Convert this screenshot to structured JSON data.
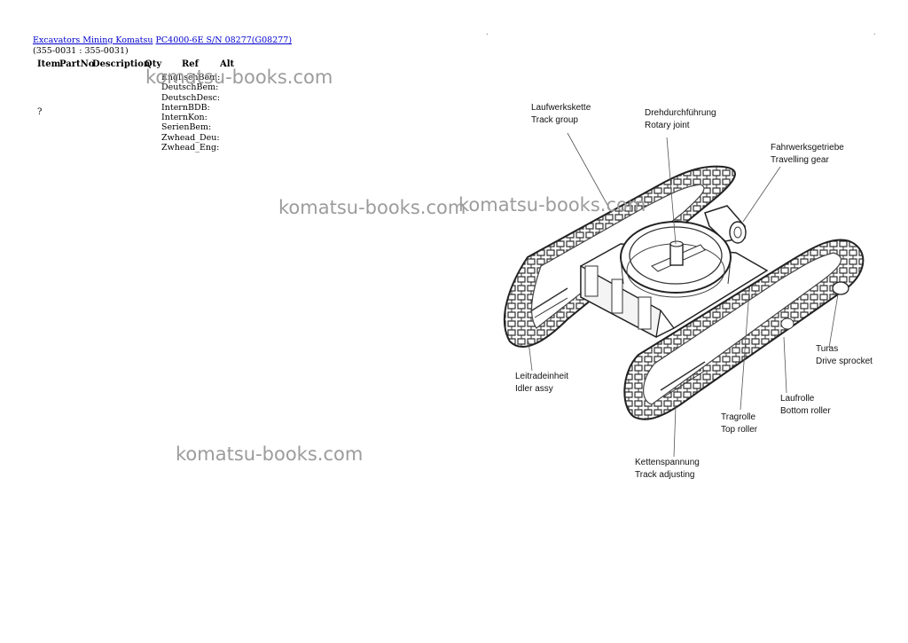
{
  "breadcrumb": {
    "link1": "Excavators Mining Komatsu",
    "link2": "PC4000-6E S/N 08277(G08277)"
  },
  "range": "(355-0031 : 355-0031)",
  "table": {
    "headers": [
      "Item",
      "PartNo",
      "Description",
      "Qty",
      "Ref",
      "Alt"
    ],
    "rows": [
      {
        "item": "?",
        "fields": [
          "EnglischBem:",
          "DeutschBem:",
          "DeutschDesc:",
          "InternBDB:",
          "InternKon:",
          "SerienBem:",
          "Zwhead_Deu:",
          "Zwhead_Eng:"
        ]
      }
    ]
  },
  "watermark": "komatsu-books.com",
  "dots": [
    ".",
    "."
  ],
  "diagram": {
    "labels": [
      {
        "de": "Laufwerkskette",
        "en": "Track group"
      },
      {
        "de": "Drehdurchführung",
        "en": "Rotary joint"
      },
      {
        "de": "Fahrwerksgetriebe",
        "en": "Travelling gear"
      },
      {
        "de": "Turas",
        "en": "Drive sprocket"
      },
      {
        "de": "Leitradeinheit",
        "en": "Idler assy"
      },
      {
        "de": "Laufrolle",
        "en": "Bottom roller"
      },
      {
        "de": "Tragrolle",
        "en": "Top roller"
      },
      {
        "de": "Kettenspannung",
        "en": "Track adjusting"
      }
    ]
  }
}
